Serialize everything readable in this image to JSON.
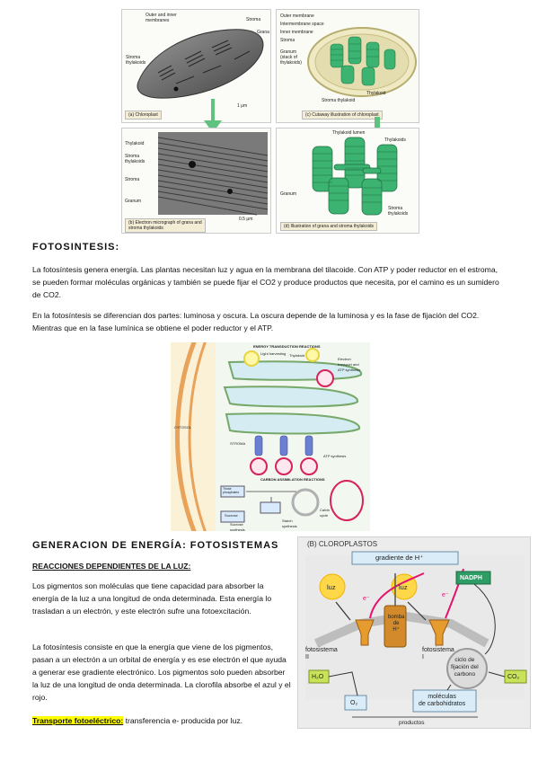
{
  "figure1": {
    "chloroplast_labels": {
      "outer_inner": "Outer and inner\nmembranes",
      "stroma": "Stroma",
      "grana": "Grana",
      "stroma_thylakoids": "Stroma\nthylakoids",
      "scale": "1 μm",
      "caption_a": "(a) Chloroplast"
    },
    "cutaway_labels": {
      "outer_membrane": "Outer membrane",
      "intermembrane": "Intermembrane space",
      "inner_membrane": "Inner membrane",
      "stroma": "Stroma",
      "granum": "Granum\n(stack of\nthylakoids)",
      "thylakoid": "Thylakoid",
      "stroma_thylakoid": "Stroma thylakoid",
      "caption_c": "(c) Cutaway illustration of chloroplast"
    },
    "micrograph_labels": {
      "thylakoid": "Thylakoid",
      "stroma_thylakoids": "Stroma\nthylakoids",
      "stroma": "Stroma",
      "granum": "Granum",
      "scale": "0.5 μm",
      "caption_b": "(b) Electron micrograph of grana and\nstroma thylakoids"
    },
    "grana_labels": {
      "lumen": "Thylakoid lumen",
      "thylakoids": "Thylakoids",
      "granum": "Granum",
      "stroma_thylakoids": "Stroma\nthylakoids",
      "caption_d": "(d) Illustration of grana and stroma thylakoids"
    }
  },
  "section1": {
    "title": "FOTOSINTESIS:",
    "p1": "La fotosíntesis genera energía. Las plantas necesitan luz y agua en la membrana del tilacoide. Con ATP y poder reductor en el estroma, se pueden formar moléculas orgánicas y también se puede fijar el CO2 y produce productos que necesita, por el camino es un sumidero de CO2.",
    "p2": "En la fotosíntesis se diferencian dos partes: luminosa y oscura. La oscura depende de la luminosa y es la fase de fijación del CO2. Mientras que en la fase lumínica se obtiene el poder reductor y el ATP."
  },
  "figure2": {
    "energy_title": "ENERGY TRANSDUCTION REACTIONS",
    "carbon_title": "CARBON ASSIMILATION REACTIONS",
    "cytosol": "CYTOSOL",
    "stroma": "STROMA",
    "thylakoid": "Thylakoid",
    "light": "Light harvesting",
    "electron": "Electron\ntransport and\nATP synthesis",
    "atp": "ATP synthesis",
    "calvin": "Calvin\ncycle",
    "starch": "Starch\nsynthesis",
    "sucrose": "Sucrose\nsynthesis",
    "triose": "Triose\nphosphates",
    "sucrose_box": "Sucrose"
  },
  "section2": {
    "title": "GENERACION DE ENERGÍA: FOTOSISTEMAS",
    "subtitle": "REACCIONES DEPENDIENTES DE LA LUZ:",
    "p1": "Los pigmentos son moléculas que tiene capacidad para absorber la energía de la luz a una longitud de onda determinada. Esta energía lo trasladan a un electrón, y este electrón sufre una fotoexcitación.",
    "p2": "La fotosíntesis consiste en que la energía que viene de los pigmentos, pasan a un electrón a un orbital de energía y es ese electrón el que ayuda a generar ese gradiente electrónico. Los pigmentos solo pueden absorber la luz de una longitud de onda determinada. La clorofila absorbe el azul y el rojo.",
    "p3_highlight": "Transporte fotoeléctrico:",
    "p3_rest": " transferencia e- producida por luz."
  },
  "figure3": {
    "title": "(B) CLOROPLASTOS",
    "gradient": "gradiente de H⁺",
    "luz1": "luz",
    "luz2": "luz",
    "e1": "e⁻",
    "e2": "e⁻",
    "pump": "bomba\nde\nH⁺",
    "ps2": "fotosistema\nII",
    "ps1": "fotosistema\nI",
    "nadph": "NADPH",
    "h2o": "H₂O",
    "o2": "O₂",
    "cycle": "ciclo de\nfijación del\ncarbono",
    "co2": "CO₂",
    "carbs": "moléculas\nde carbohidratos",
    "products": "productos"
  }
}
